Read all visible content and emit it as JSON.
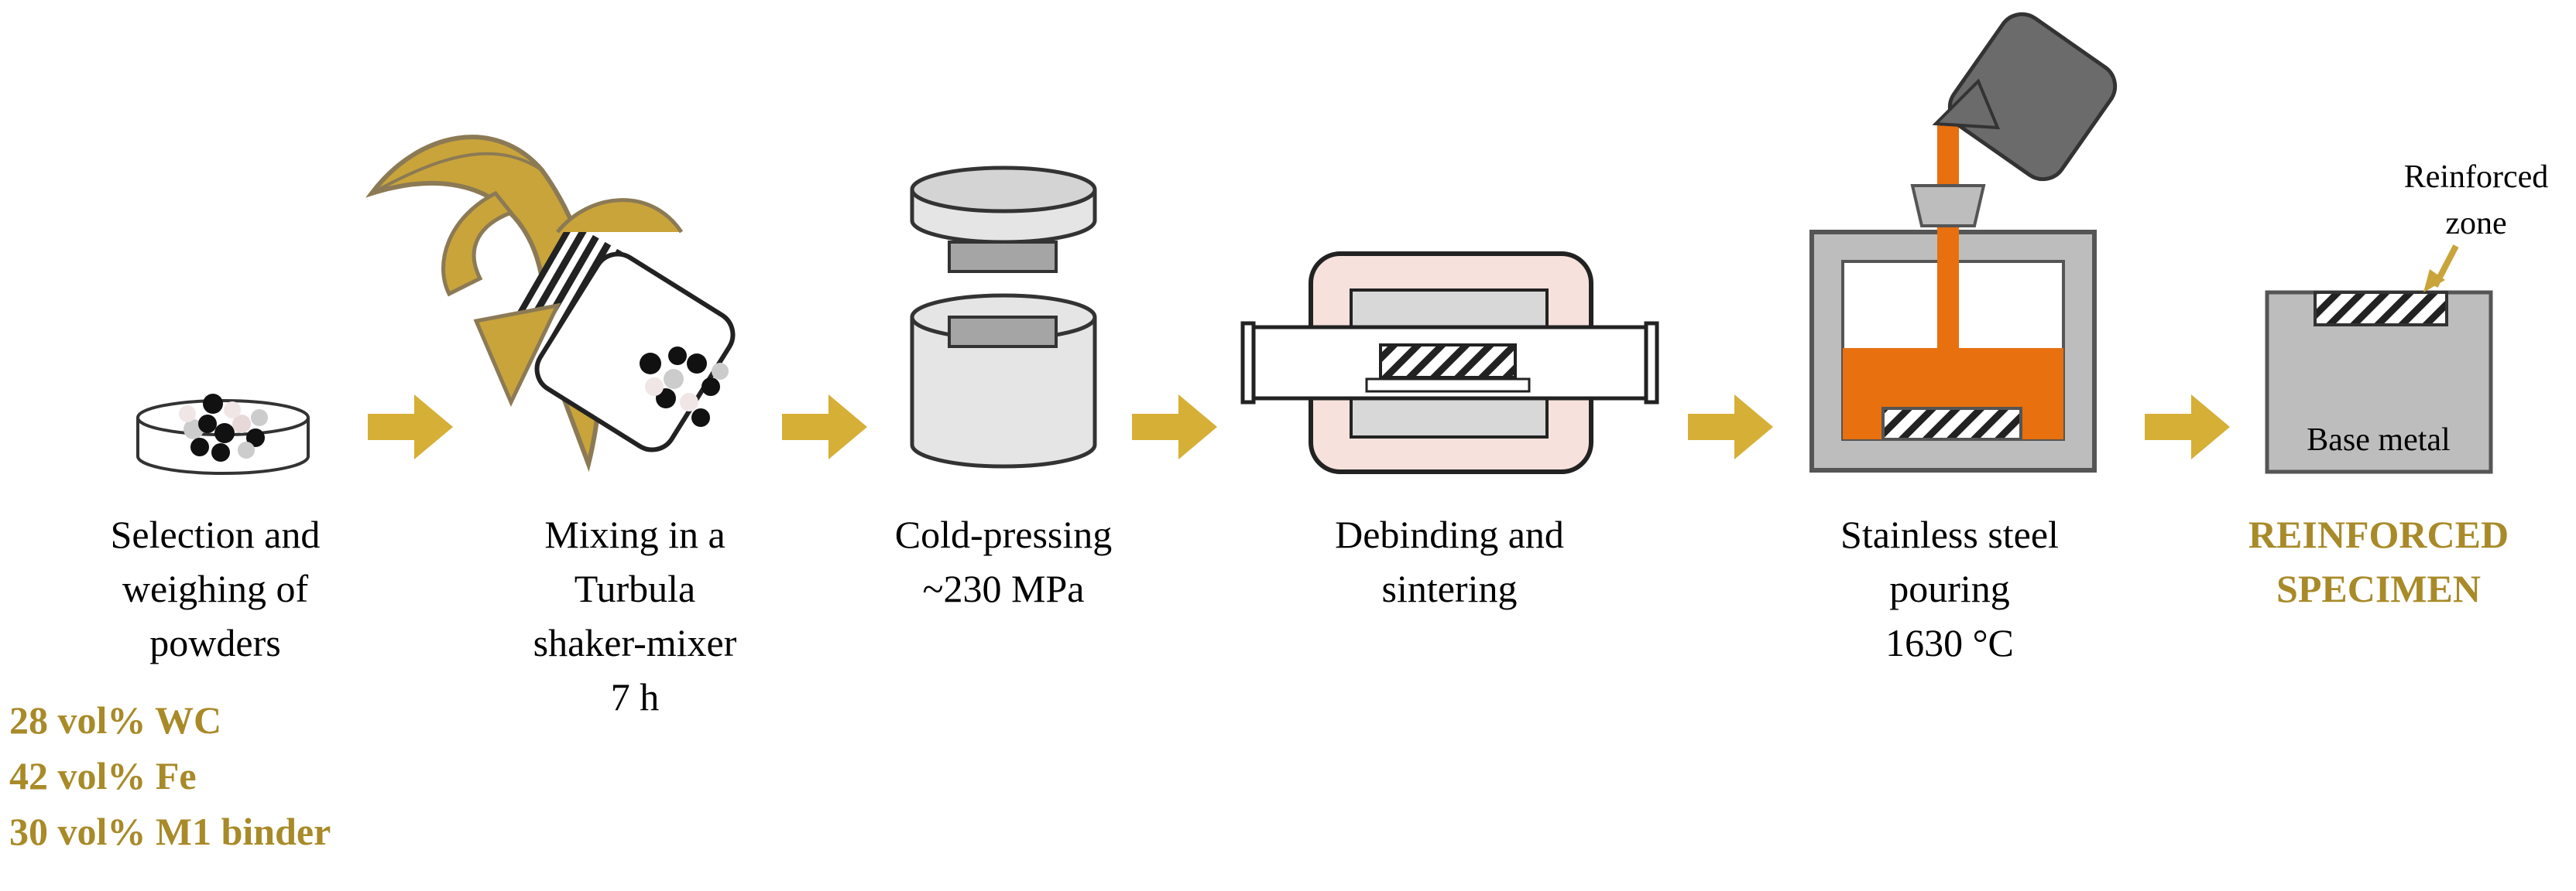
{
  "colors": {
    "accent_gold": "#a88a28",
    "arrow_gold": "#d6af36",
    "molten_orange": "#e8700f",
    "mold_gray": "#bdbdbd",
    "furnace_pink": "#f6e1dc"
  },
  "steps": [
    {
      "line1": "Selection and",
      "line2": "weighing of",
      "line3": "powders"
    },
    {
      "line1": "Mixing in a",
      "line2": "Turbula",
      "line3": "shaker-mixer",
      "line4": "7 h"
    },
    {
      "line1": "Cold-pressing",
      "line2": "~230 MPa"
    },
    {
      "line1": "Debinding and",
      "line2": "sintering"
    },
    {
      "line1": "Stainless steel",
      "line2": "pouring",
      "line3": "1630 °C"
    },
    {
      "line1": "REINFORCED",
      "line2": "SPECIMEN"
    }
  ],
  "composition": [
    "28 vol% WC",
    "42 vol% Fe",
    "30 vol% M1 binder"
  ],
  "specimen": {
    "zone_label_1": "Reinforced",
    "zone_label_2": "zone",
    "base_label": "Base metal"
  },
  "icons": [
    "powder-dish-icon",
    "turbula-mixer-icon",
    "press-die-icon",
    "furnace-icon",
    "ladle-pouring-icon",
    "specimen-block-icon",
    "process-arrow-icon"
  ]
}
